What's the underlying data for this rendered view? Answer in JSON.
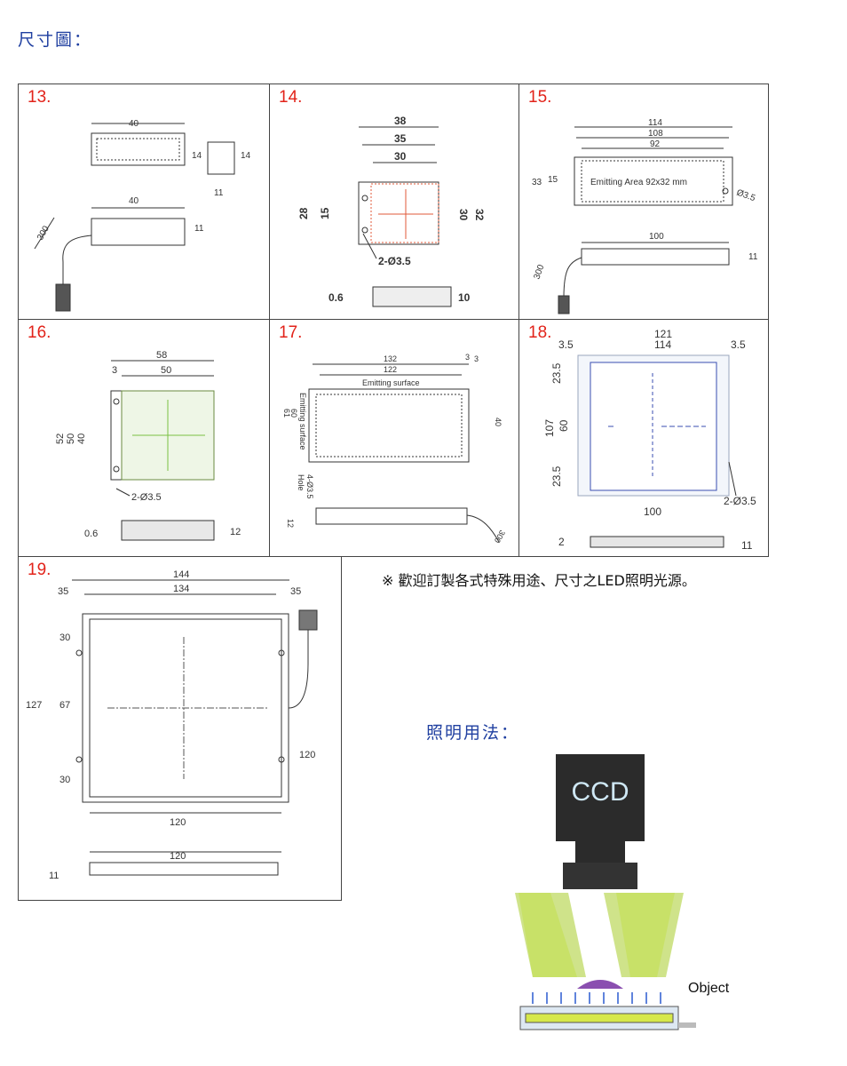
{
  "headings": {
    "dimensions": "尺寸圖：",
    "usage": "照明用法："
  },
  "note": "※ 歡迎訂製各式特殊用途、尺寸之LED照明光源。",
  "panels": [
    {
      "number": "13.",
      "dims": {
        "length_top": "40",
        "height_front": "14",
        "height_side": "14",
        "depth_side": "11",
        "length_bottom": "40",
        "thickness_bottom": "11",
        "cable": "300"
      }
    },
    {
      "number": "14.",
      "dims": {
        "w38": "38",
        "w35": "35",
        "w30": "30",
        "h28": "28",
        "h15": "15",
        "h30": "30",
        "h32": "32",
        "holes": "2-Ø3.5",
        "t06": "0.6",
        "t10": "10"
      }
    },
    {
      "number": "15.",
      "dims": {
        "w114": "114",
        "w108": "108",
        "w92": "92",
        "h33": "33",
        "h15": "15",
        "area": "Emitting Area 92x32 mm",
        "hole": "Ø3.5",
        "w100": "100",
        "t11": "11",
        "cable": "300"
      }
    },
    {
      "number": "16.",
      "dims": {
        "w58": "58",
        "w3": "3",
        "w50": "50",
        "h52": "52",
        "h50": "50",
        "h40": "40",
        "holes": "2-Ø3.5",
        "t06": "0.6",
        "t12": "12"
      }
    },
    {
      "number": "17.",
      "dims": {
        "w132": "132",
        "w122": "122",
        "w3a": "3",
        "w3b": "3",
        "emit": "Emitting surface",
        "h40": "40",
        "v_emit": "Emitting surface",
        "v60": "60",
        "v61": "61",
        "holes": "4-Ø3.5",
        "hole_word": "Hole",
        "t12": "12",
        "cable": "300"
      }
    },
    {
      "number": "18.",
      "dims": {
        "w121": "121",
        "w114": "114",
        "m35a": "3.5",
        "m35b": "3.5",
        "h235a": "23.5",
        "h107": "107",
        "h60": "60",
        "h235b": "23.5",
        "w100": "100",
        "holes": "2-Ø3.5",
        "t2": "2",
        "t11": "11"
      }
    },
    {
      "number": "19.",
      "dims": {
        "w144": "144",
        "w134": "134",
        "m35a": "35",
        "m35b": "35",
        "h30a": "30",
        "h127": "127",
        "h67": "67",
        "h30b": "30",
        "w120": "120",
        "h120": "120",
        "w120b": "120",
        "t11": "11"
      }
    }
  ],
  "usage_diagram": {
    "camera_label": "CCD",
    "object_label": "Object"
  },
  "colors": {
    "heading": "#1f3fa0",
    "panel_number": "#e2231a",
    "led_green": "#a8cc2a",
    "camera": "#2b2b2b",
    "object": "#8a4fb0"
  }
}
